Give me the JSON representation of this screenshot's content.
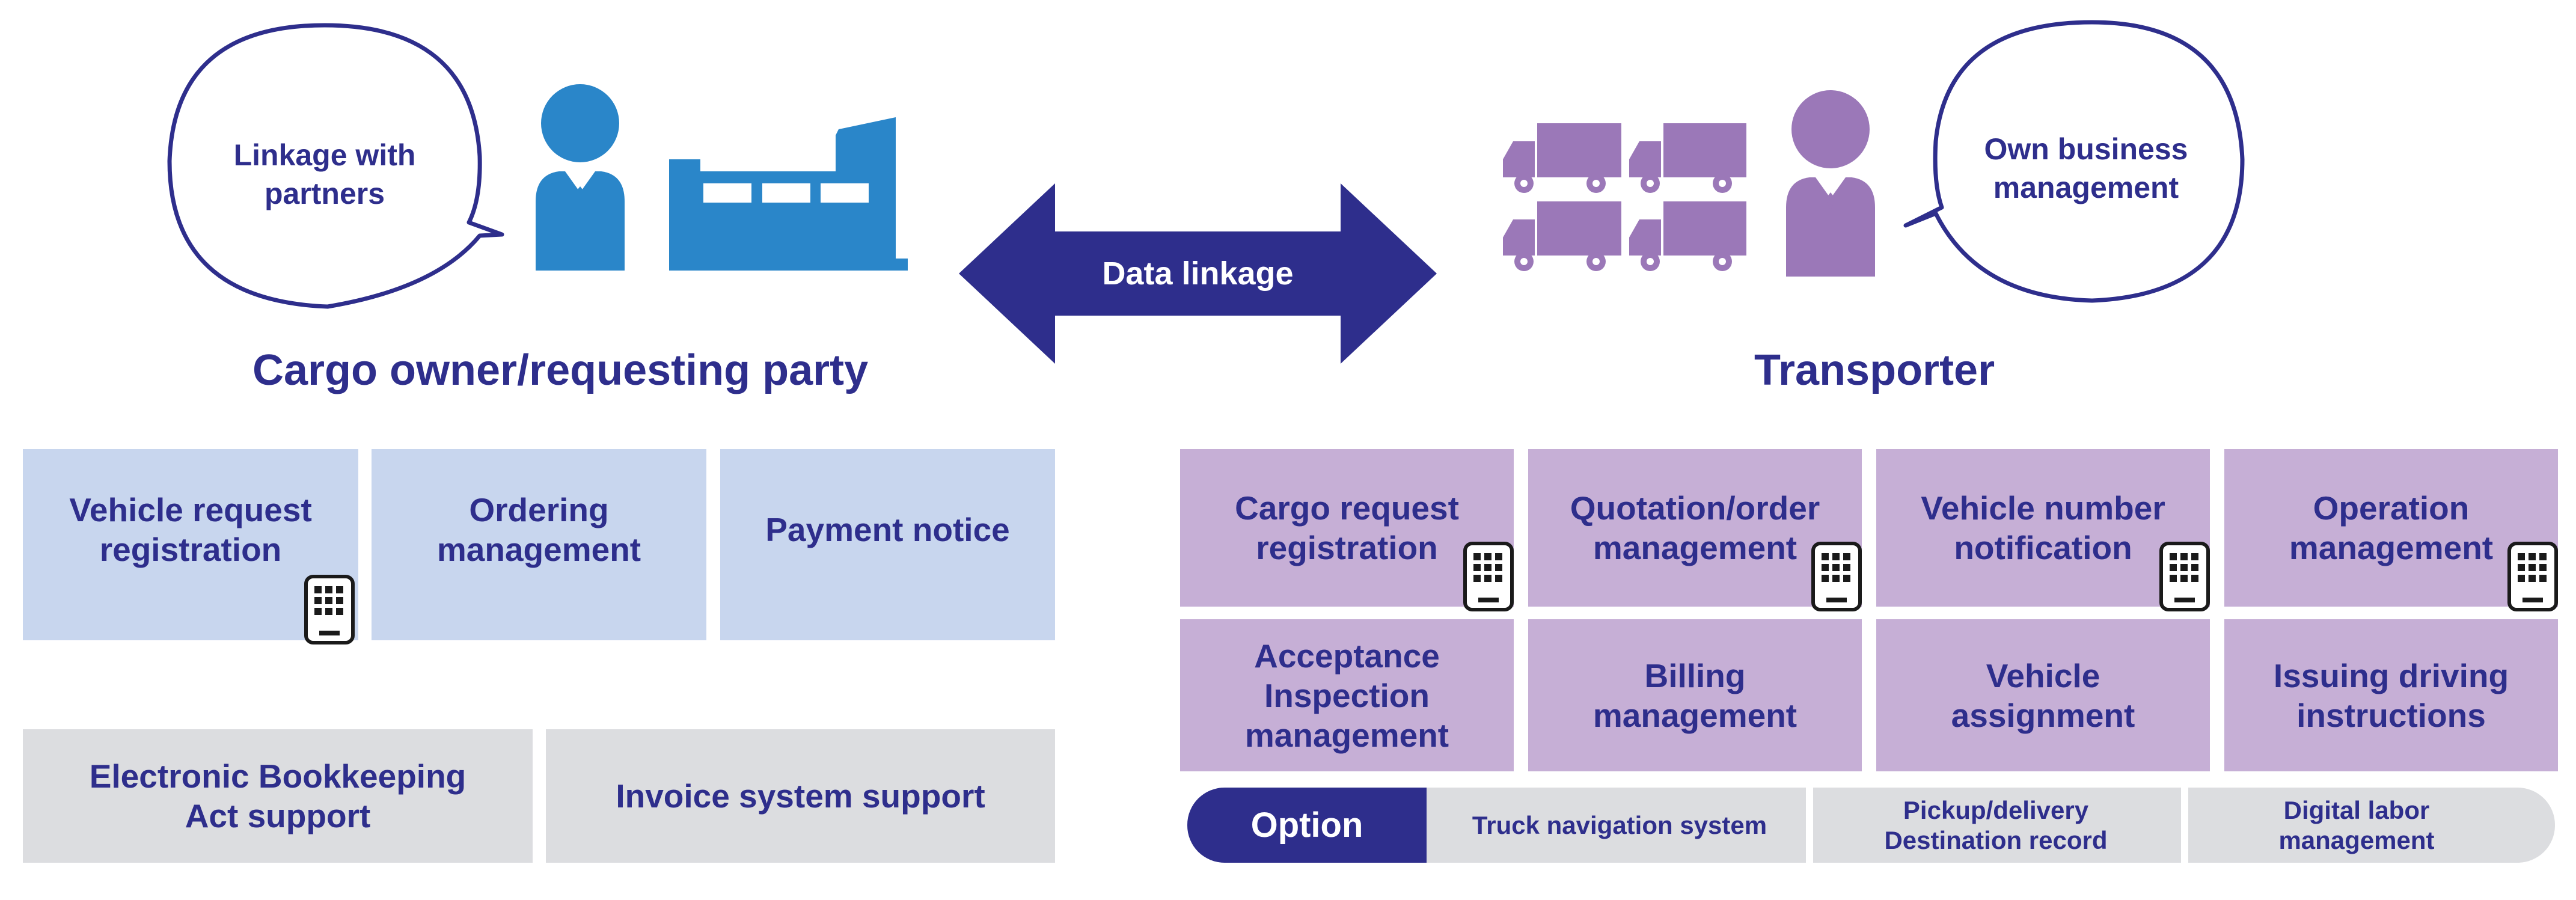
{
  "colors": {
    "navy": "#2e2e8c",
    "blue_icon": "#2a86c9",
    "purple_icon": "#9b78b8",
    "blue_card": "#c8d6ee",
    "gray_card": "#dcdde0",
    "purple_card": "#c6afd6"
  },
  "left": {
    "bubble": "Linkage with\npartners",
    "title": "Cargo owner/requesting party",
    "icons": [
      "person-icon",
      "factory-icon"
    ],
    "functions": [
      "Vehicle request\nregistration",
      "Ordering\nmanagement",
      "Payment notice"
    ],
    "support": [
      "Electronic Bookkeeping\nAct support",
      "Invoice system support"
    ]
  },
  "center": {
    "arrow_label": "Data linkage"
  },
  "right": {
    "bubble": "Own business\nmanagement",
    "title": "Transporter",
    "icons": [
      "truck-icon",
      "person-icon"
    ],
    "functions_row1": [
      "Cargo request\nregistration",
      "Quotation/order\nmanagement",
      "Vehicle number\nnotification",
      "Operation\nmanagement"
    ],
    "functions_row2": [
      "Acceptance\nInspection\nmanagement",
      "Billing\nmanagement",
      "Vehicle\nassignment",
      "Issuing driving\ninstructions"
    ],
    "option": {
      "label": "Option",
      "items": [
        "Truck navigation system",
        "Pickup/delivery\nDestination record",
        "Digital labor\nmanagement"
      ]
    }
  }
}
